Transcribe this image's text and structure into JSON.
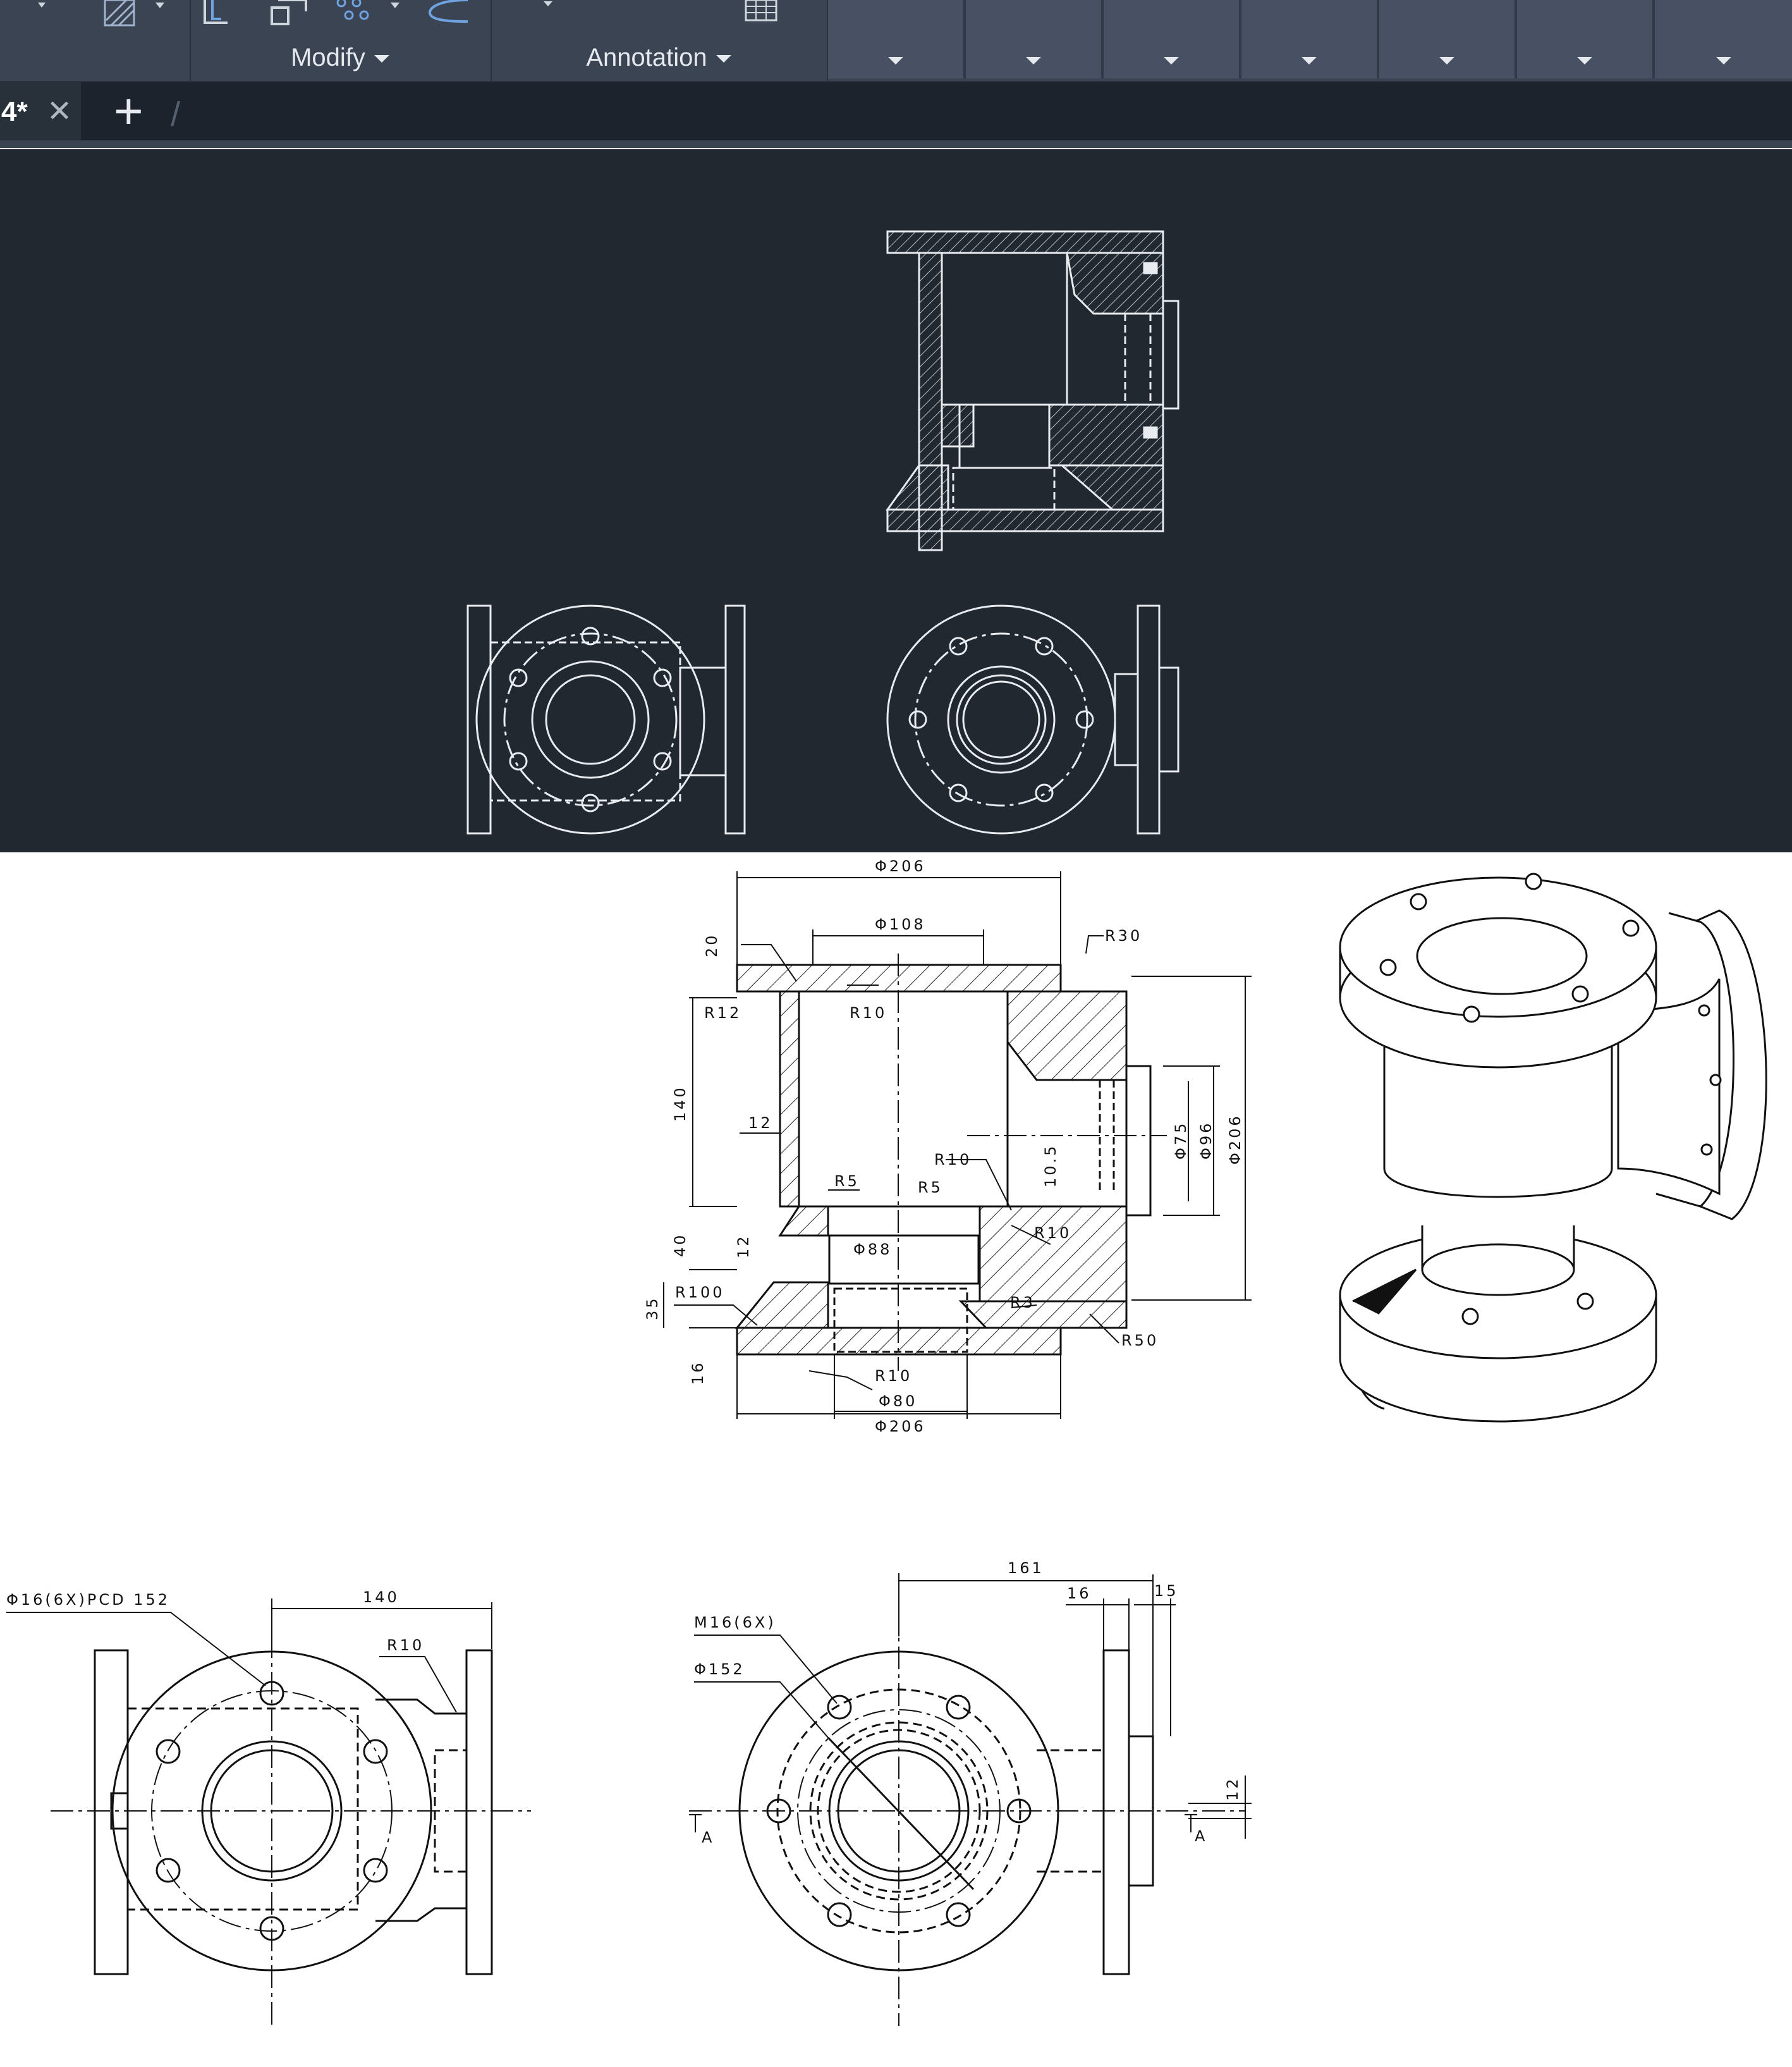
{
  "ribbon": {
    "panels": [
      {
        "title": "Modify"
      },
      {
        "title": "Annotation"
      }
    ]
  },
  "tabs": [
    {
      "label": "4*"
    }
  ],
  "drawing": {
    "front_view": {
      "labels": {
        "d_top_outer": "Φ206",
        "d_top_inner": "Φ108",
        "r30": "R30",
        "h20": "20",
        "r12": "R12",
        "r10a": "R10",
        "h140": "140",
        "w12": "12",
        "r5a": "R5",
        "r10b": "R10",
        "r5b": "R5",
        "h10_5": "10.5",
        "r10c": "R10",
        "d75": "Φ75",
        "d96": "Φ96",
        "d206_side": "Φ206",
        "h40": "40",
        "h12": "12",
        "d88": "Φ88",
        "h35": "35",
        "r100": "R100",
        "r3": "R3",
        "r50": "R50",
        "h16": "16",
        "r10d": "R10",
        "d80": "Φ80",
        "d_bottom": "Φ206"
      }
    },
    "top_view": {
      "labels": {
        "holes": "Φ16(6X)PCD 152",
        "w140": "140",
        "r10": "R10"
      }
    },
    "side_view": {
      "labels": {
        "w161": "161",
        "w16": "16",
        "w15": "15",
        "thread": "M16(6X)",
        "d152": "Φ152",
        "h12": "12",
        "section_a_left": "A",
        "section_a_right": "A"
      }
    }
  }
}
